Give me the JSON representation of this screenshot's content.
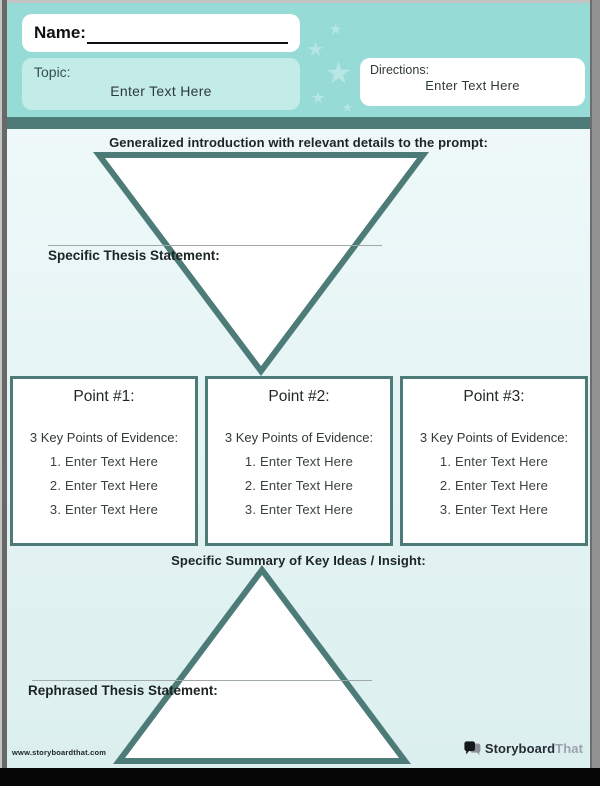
{
  "colors": {
    "header_teal": "#97dbd7",
    "topic_panel_teal": "#c3ebe8",
    "band_teal_dark": "#4e7a77",
    "shape_stroke_teal": "#4c7b78",
    "body_background": "#e7f5f6",
    "text_dark": "#1d2424"
  },
  "header": {
    "name_label": "Name:",
    "topic": {
      "label": "Topic:",
      "value": "Enter Text Here"
    },
    "directions": {
      "label": "Directions:",
      "value": "Enter Text Here"
    }
  },
  "funnel_top": {
    "intro_label": "Generalized introduction with relevant details to the prompt:",
    "thesis_label": "Specific Thesis Statement:"
  },
  "points": [
    {
      "title": "Point #1:",
      "evidence_label": "3 Key Points of Evidence:",
      "items": [
        "1. Enter Text Here",
        "2. Enter Text Here",
        "3. Enter Text Here"
      ]
    },
    {
      "title": "Point #2:",
      "evidence_label": "3 Key Points of Evidence:",
      "items": [
        "1. Enter Text Here",
        "2. Enter Text Here",
        "3. Enter Text Here"
      ]
    },
    {
      "title": "Point #3:",
      "evidence_label": "3 Key Points of Evidence:",
      "items": [
        "1. Enter Text Here",
        "2. Enter Text Here",
        "3. Enter Text Here"
      ]
    }
  ],
  "funnel_bottom": {
    "summary_label": "Specific Summary of Key Ideas / Insight:",
    "rephrased_label": "Rephrased Thesis Statement:"
  },
  "footer": {
    "website": "www.storyboardthat.com",
    "brand": {
      "primary": "Storyboard",
      "secondary": "That"
    }
  }
}
